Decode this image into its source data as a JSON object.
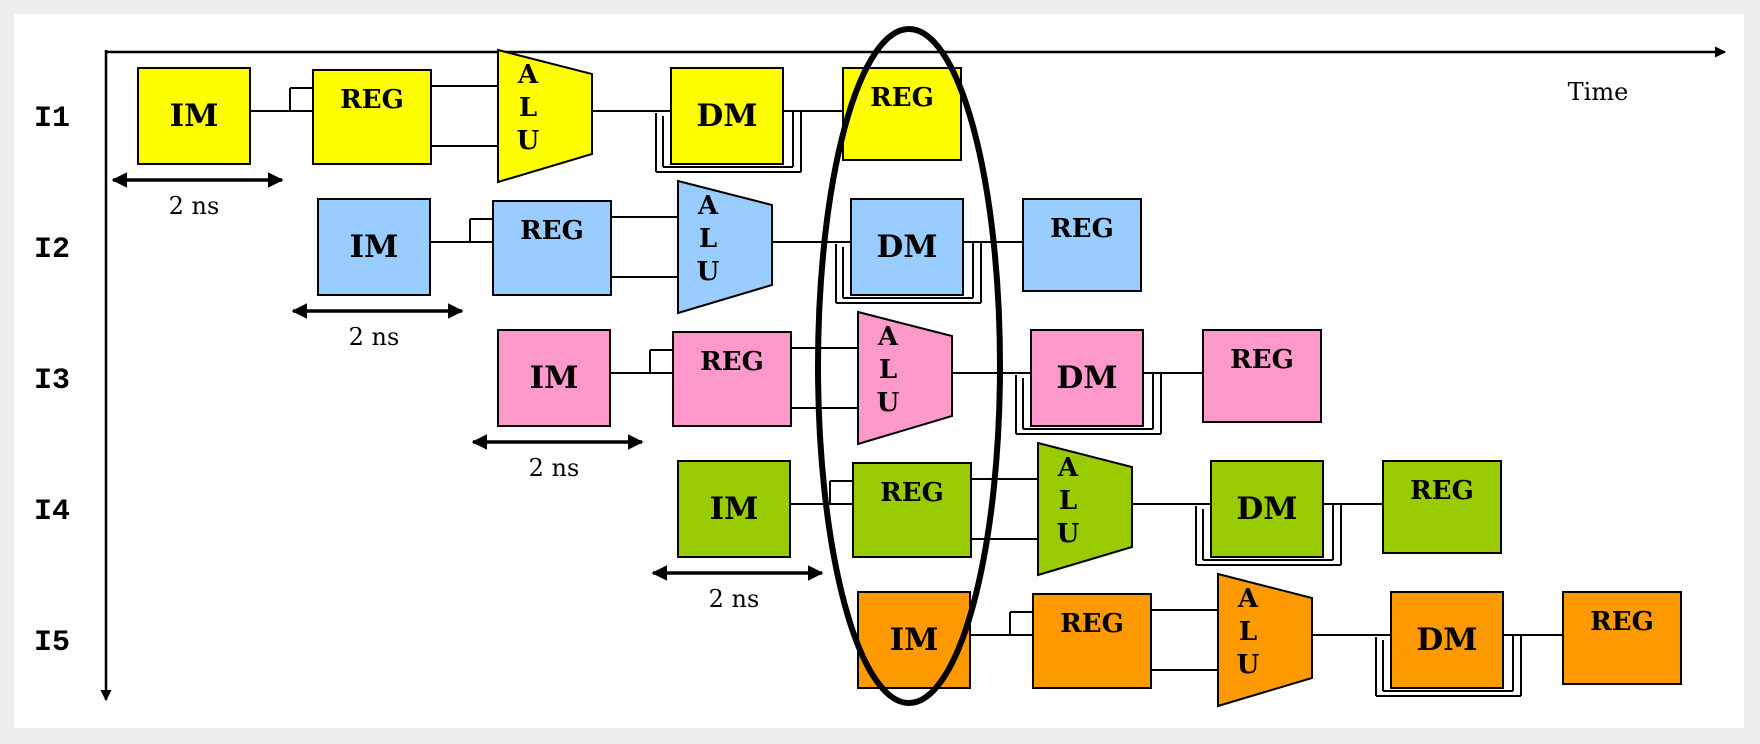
{
  "axis": {
    "time_label": "Time"
  },
  "stage_labels": {
    "im": "IM",
    "reg": "REG",
    "alu": [
      "A",
      "L",
      "U"
    ],
    "dm": "DM"
  },
  "duration_label": "2 ns",
  "instructions": [
    {
      "label": "I1",
      "color": "#ffff00"
    },
    {
      "label": "I2",
      "color": "#99ccff"
    },
    {
      "label": "I3",
      "color": "#ff99cc"
    },
    {
      "label": "I4",
      "color": "#99cc00"
    },
    {
      "label": "I5",
      "color": "#ff9900"
    }
  ],
  "highlight": {
    "shape": "ellipse",
    "note": ""
  }
}
